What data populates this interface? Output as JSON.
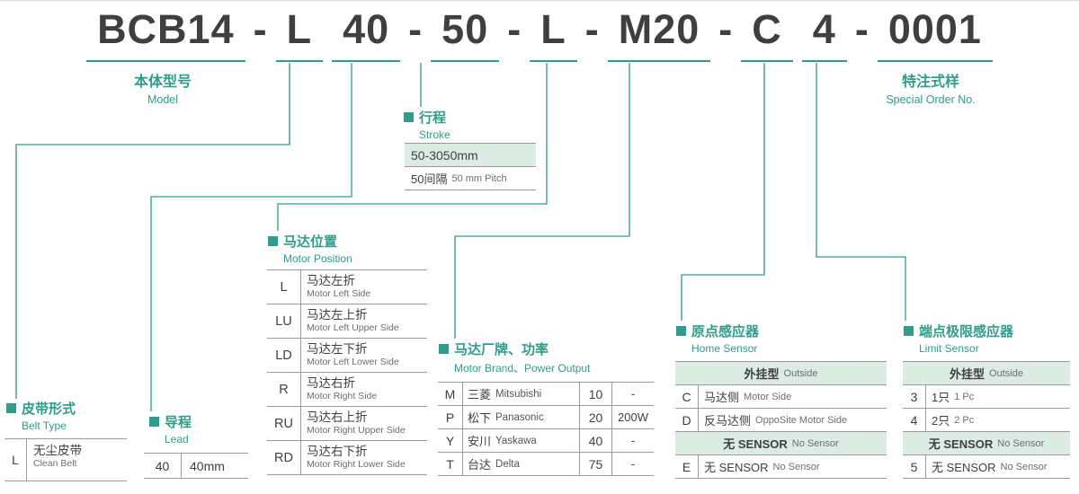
{
  "colors": {
    "accent": "#2f9c8c",
    "shade": "#dcebe4",
    "ink": "#3e4040",
    "sub": "#6e6e6e",
    "bd": "#9a9a9a"
  },
  "title": {
    "parts": [
      {
        "text": "BCB14"
      },
      {
        "text": "-"
      },
      {
        "text": "L"
      },
      {
        "text": "40"
      },
      {
        "text": "-"
      },
      {
        "text": "50"
      },
      {
        "text": "-"
      },
      {
        "text": "L"
      },
      {
        "text": "-"
      },
      {
        "text": "M20"
      },
      {
        "text": "-"
      },
      {
        "text": "C"
      },
      {
        "text": "4"
      },
      {
        "text": "-"
      },
      {
        "text": "0001"
      }
    ]
  },
  "model": {
    "zh": "本体型号",
    "en": "Model"
  },
  "special_order": {
    "zh": "特注式样",
    "en": "Special Order No."
  },
  "stroke": {
    "zh": "行程",
    "en": "Stroke",
    "range": "50-3050mm",
    "pitch_zh": "50间隔",
    "pitch_en": "50 mm Pitch"
  },
  "belt_type": {
    "zh": "皮带形式",
    "en": "Belt Type",
    "rows": [
      {
        "code": "L",
        "zh": "无尘皮带",
        "en": "Clean Belt"
      }
    ]
  },
  "lead": {
    "zh": "导程",
    "en": "Lead",
    "rows": [
      {
        "code": "40",
        "value": "40mm"
      }
    ]
  },
  "motor_position": {
    "zh": "马达位置",
    "en": "Motor Position",
    "rows": [
      {
        "code": "L",
        "zh": "马达左折",
        "en": "Motor Left Side"
      },
      {
        "code": "LU",
        "zh": "马达左上折",
        "en": "Motor Left Upper Side"
      },
      {
        "code": "LD",
        "zh": "马达左下折",
        "en": "Motor Left Lower Side"
      },
      {
        "code": "R",
        "zh": "马达右折",
        "en": "Motor Right Side"
      },
      {
        "code": "RU",
        "zh": "马达右上折",
        "en": "Motor Right Upper Side"
      },
      {
        "code": "RD",
        "zh": "马达右下折",
        "en": "Motor Right Lower Side"
      }
    ]
  },
  "motor_brand": {
    "zh": "马达厂牌、功率",
    "en": "Motor Brand、Power Output",
    "rows": [
      {
        "code": "M",
        "brand_zh": "三菱",
        "brand_en": "Mitsubishi",
        "power_code": "10",
        "power": "-"
      },
      {
        "code": "P",
        "brand_zh": "松下",
        "brand_en": "Panasonic",
        "power_code": "20",
        "power": "200W"
      },
      {
        "code": "Y",
        "brand_zh": "安川",
        "brand_en": "Yaskawa",
        "power_code": "40",
        "power": "-"
      },
      {
        "code": "T",
        "brand_zh": "台达",
        "brand_en": "Delta",
        "power_code": "75",
        "power": "-"
      }
    ]
  },
  "home_sensor": {
    "zh": "原点感应器",
    "en": "Home Sensor",
    "group_outside": {
      "zh": "外挂型",
      "en": "Outside"
    },
    "outside_rows": [
      {
        "code": "C",
        "zh": "马达侧",
        "en": "Motor Side"
      },
      {
        "code": "D",
        "zh": "反马达侧",
        "en": "OppoSite Motor Side"
      }
    ],
    "group_none": {
      "zh": "无 SENSOR",
      "en": "No Sensor"
    },
    "none_rows": [
      {
        "code": "E",
        "zh": "无 SENSOR",
        "en": "No Sensor"
      }
    ]
  },
  "limit_sensor": {
    "zh": "端点极限感应器",
    "en": "Limit Sensor",
    "group_outside": {
      "zh": "外挂型",
      "en": "Outside"
    },
    "outside_rows": [
      {
        "code": "3",
        "zh": "1只",
        "en": "1 Pc"
      },
      {
        "code": "4",
        "zh": "2只",
        "en": "2 Pc"
      }
    ],
    "group_none": {
      "zh": "无 SENSOR",
      "en": "No Sensor"
    },
    "none_rows": [
      {
        "code": "5",
        "zh": "无 SENSOR",
        "en": "No Sensor"
      }
    ]
  }
}
